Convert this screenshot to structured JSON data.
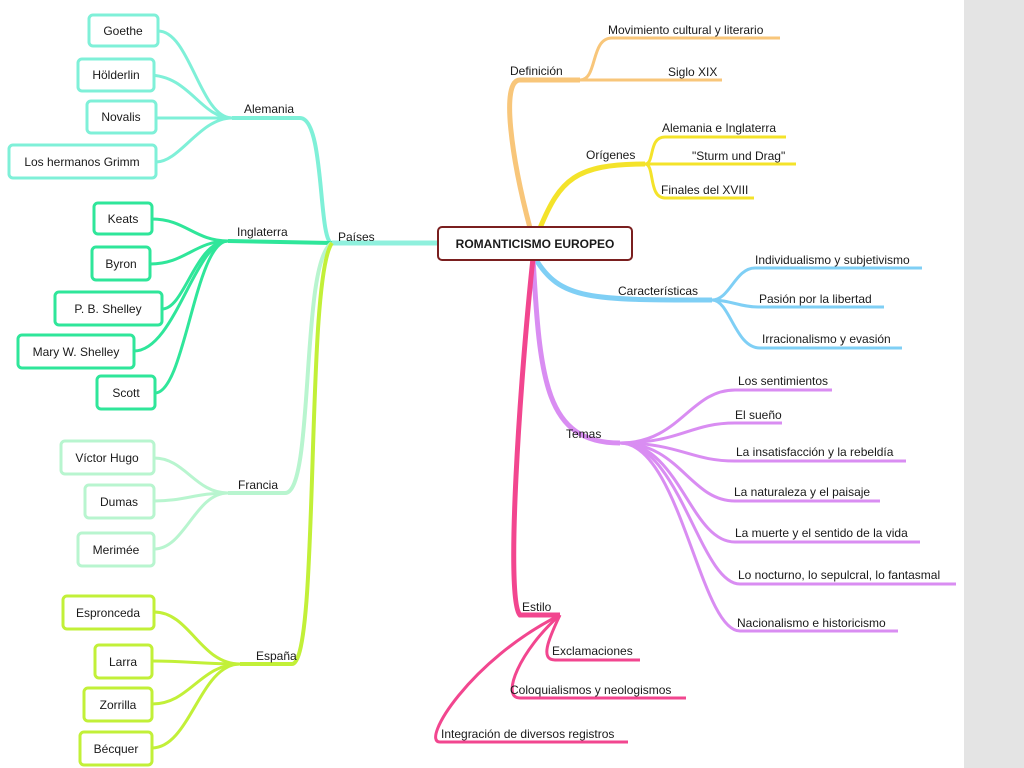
{
  "root": {
    "label": "ROMANTICISMO EUROPEO"
  },
  "colors": {
    "alemania": "#7ff0d8",
    "inglaterra": "#2fe69a",
    "francia": "#b8f5cf",
    "espana": "#c2f038",
    "paises": "#8ff0dd",
    "definicion": "#f8c67a",
    "origenes": "#f4e32a",
    "caracteristicas": "#7fcff5",
    "temas": "#d98df2",
    "estilo": "#f2468f",
    "root_border": "#7a1f1f"
  },
  "paises": {
    "label": "Países",
    "alemania": {
      "label": "Alemania",
      "items": [
        "Goethe",
        "Hölderlin",
        "Novalis",
        "Los hermanos Grimm"
      ]
    },
    "inglaterra": {
      "label": "Inglaterra",
      "items": [
        "Keats",
        "Byron",
        "P. B. Shelley",
        "Mary W. Shelley",
        "Scott"
      ]
    },
    "francia": {
      "label": "Francia",
      "items": [
        "Víctor Hugo",
        "Dumas",
        "Merimée"
      ]
    },
    "espana": {
      "label": "España",
      "items": [
        "Espronceda",
        "Larra",
        "Zorrilla",
        "Bécquer"
      ]
    }
  },
  "definicion": {
    "label": "Definición",
    "items": [
      "Movimiento cultural y literario",
      "Siglo XIX"
    ]
  },
  "origenes": {
    "label": "Orígenes",
    "items": [
      "Alemania e Inglaterra",
      "\"Sturm und Drag\"",
      "Finales del XVIII"
    ]
  },
  "caracteristicas": {
    "label": "Características",
    "items": [
      "Individualismo y subjetivismo",
      "Pasión por la libertad",
      "Irracionalismo y evasión"
    ]
  },
  "temas": {
    "label": "Temas",
    "items": [
      "Los sentimientos",
      "El sueño",
      "La insatisfacción y la rebeldía",
      "La naturaleza y el paisaje",
      "La muerte y el sentido de la vida",
      "Lo nocturno, lo sepulcral, lo fantasmal",
      "Nacionalismo e historicismo"
    ]
  },
  "estilo": {
    "label": "Estilo",
    "items": [
      "Exclamaciones",
      "Coloquialismos y neologismos",
      "Integración de diversos registros"
    ]
  }
}
